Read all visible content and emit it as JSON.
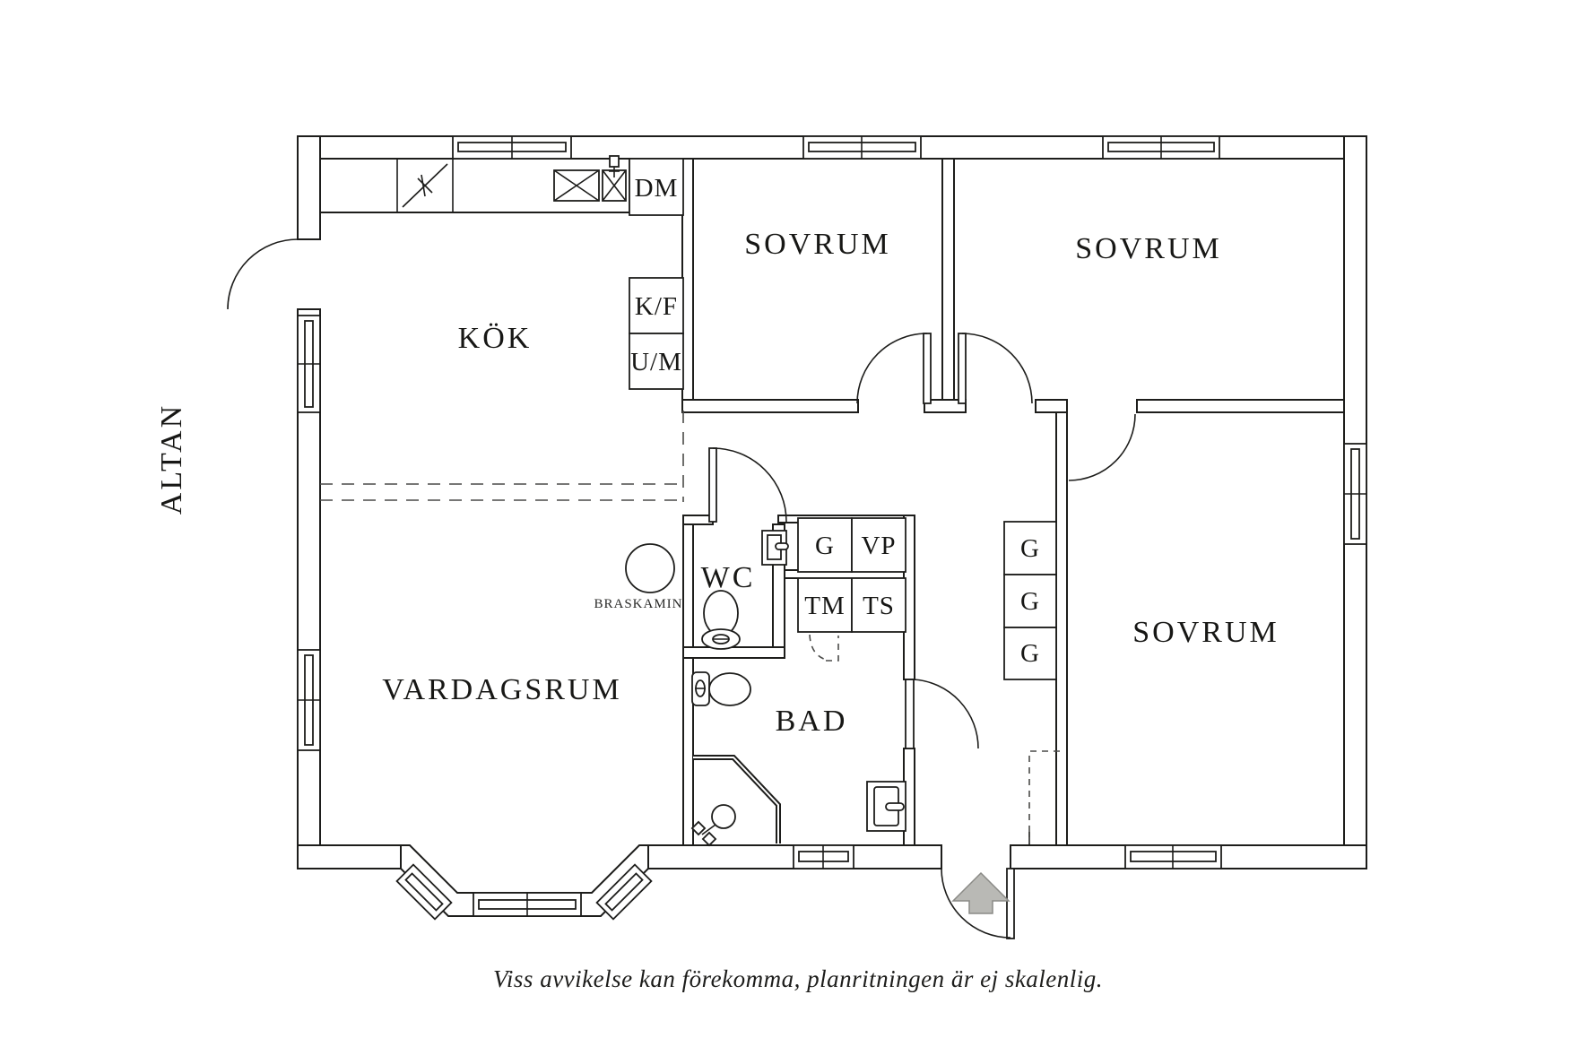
{
  "footnote": "Viss avvikelse kan förekomma, planritningen är ej skalenlig.",
  "terrace": {
    "label": "ALTAN"
  },
  "rooms": {
    "kitchen": "KÖK",
    "bedroom_top_left": "SOVRUM",
    "bedroom_top_right": "SOVRUM",
    "bedroom_bottom": "SOVRUM",
    "living_room": "VARDAGSRUM",
    "wc": "WC",
    "bathroom": "BAD"
  },
  "fixtures": {
    "dishwasher": "DM",
    "fridge_freezer": "K/F",
    "oven_microwave": "U/M",
    "wardrobe": "G",
    "heat_pump": "VP",
    "washing_machine": "TM",
    "drying_cabinet": "TS",
    "hall_wardrobes": [
      "G",
      "G",
      "G"
    ],
    "fireplace": "BRASKAMIN"
  },
  "colors": {
    "background": "#ffffff",
    "line": "#1d1d1b",
    "arrow_fill": "#b9b9b5",
    "arrow_stroke": "#8a8a86"
  }
}
